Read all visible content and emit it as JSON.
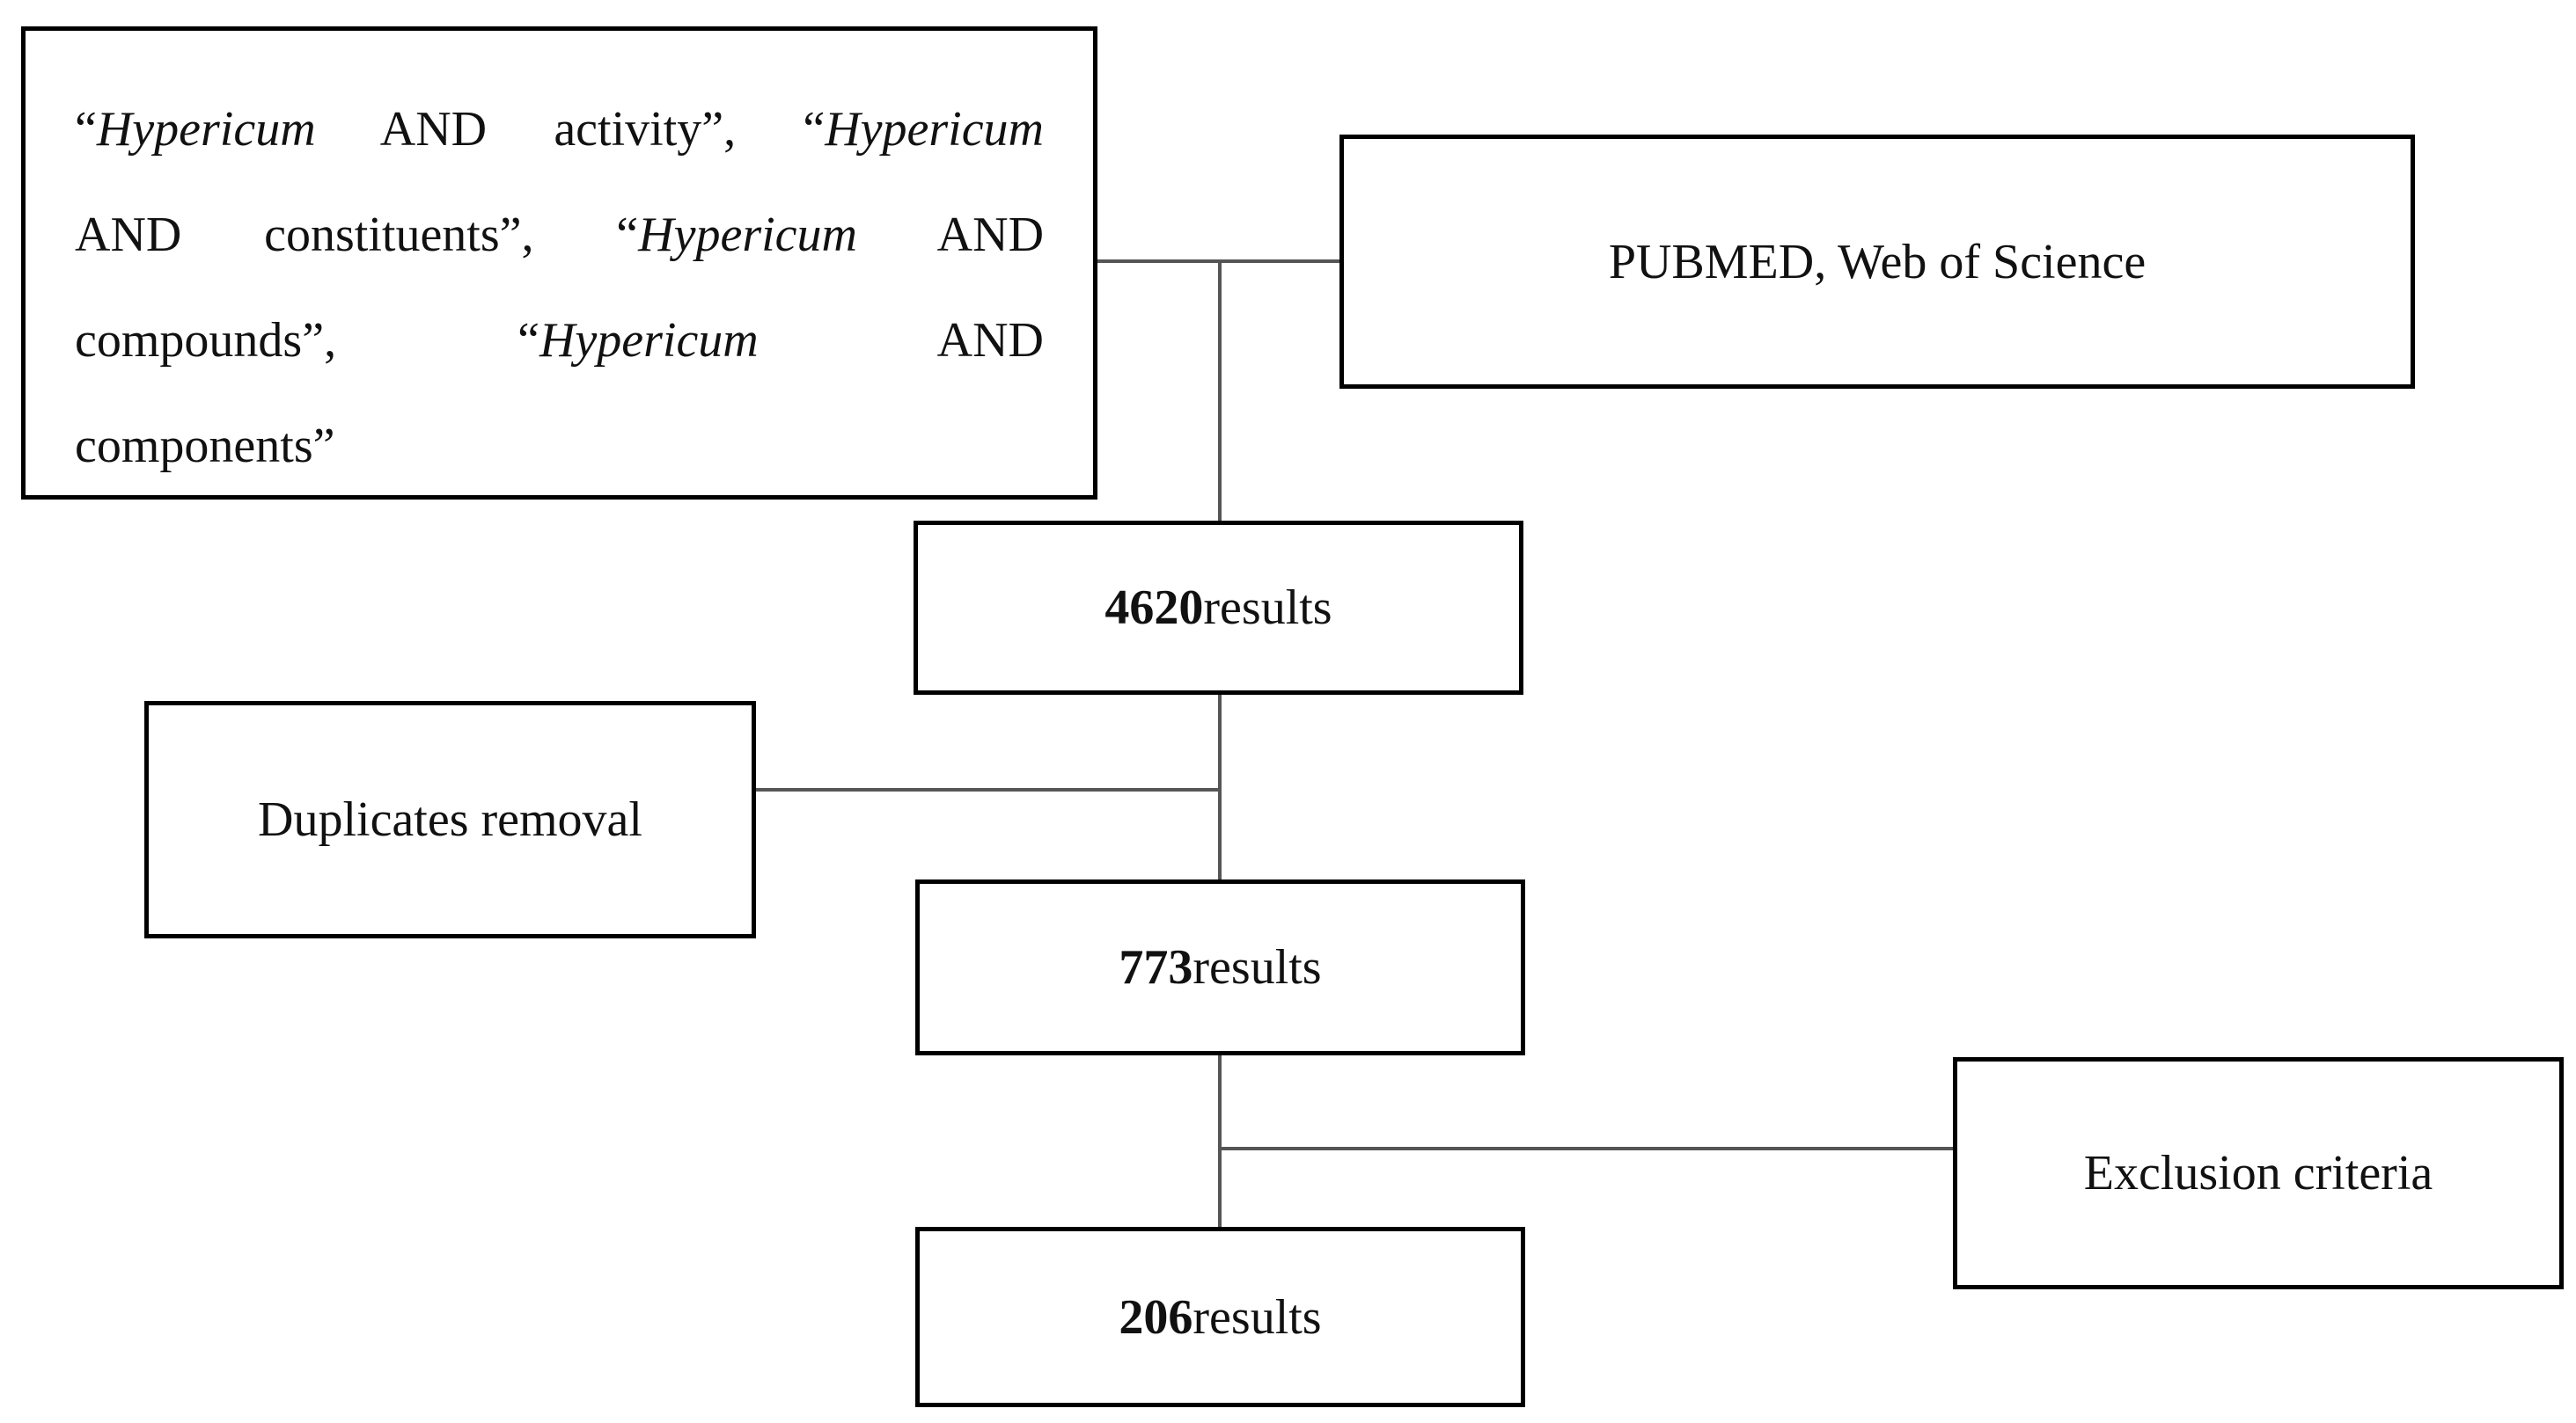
{
  "search_terms": {
    "line1": {
      "q1": "“",
      "t1": "Hypericum",
      "s1": " AND activity”, “",
      "t2": "Hypericum"
    },
    "line2": {
      "a": "AND constituents”,",
      "q": " “",
      "t": "Hypericum",
      "b": " AND"
    },
    "line3": {
      "a": "compounds”,",
      "q": "“",
      "t": "Hypericum",
      "b": "AND"
    },
    "line4": {
      "a": "components”"
    }
  },
  "sources": {
    "label": "PUBMED, Web of Science"
  },
  "step1": {
    "count": "4620",
    "suffix": " results"
  },
  "duplicates": {
    "label": "Duplicates removal"
  },
  "step2": {
    "count": "773",
    "suffix": " results"
  },
  "exclusion": {
    "label": "Exclusion criteria"
  },
  "step3": {
    "count": "206",
    "suffix": " results"
  }
}
